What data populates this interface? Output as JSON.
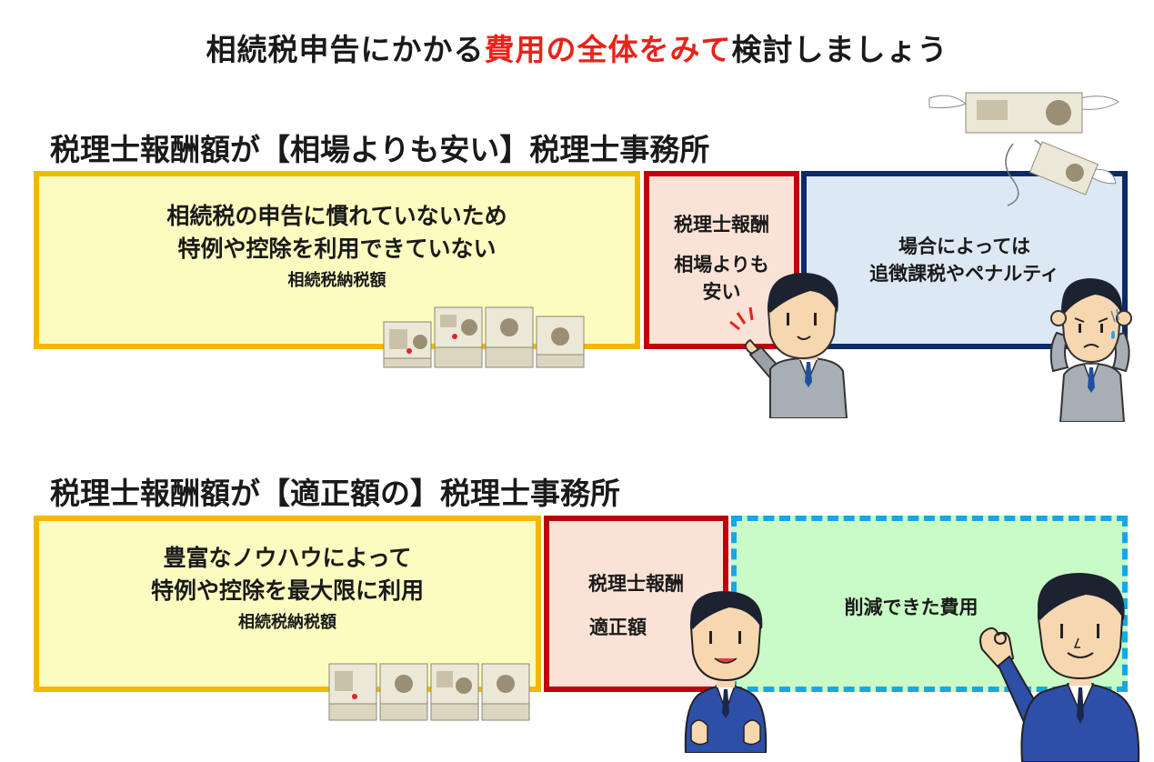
{
  "title": {
    "pre": "相続税申告にかかる",
    "highlight": "費用の全体をみて",
    "post": "検討しましょう"
  },
  "section1": {
    "heading": "税理士報酬額が【相場よりも安い】税理士事務所",
    "box_tax": {
      "line1": "相続税の申告に慣れていないため",
      "line2": "特例や控除を利用できていない",
      "sub": "相続税納税額"
    },
    "box_fee": {
      "line1": "税理士報酬",
      "line2": "相場よりも",
      "line3": "安い"
    },
    "box_risk": {
      "line1": "場合によっては",
      "line2": "追徴課税やペナルティ"
    }
  },
  "section2": {
    "heading": "税理士報酬額が【適正額の】税理士事務所",
    "box_tax": {
      "line1": "豊富なノウハウによって",
      "line2": "特例や控除を最大限に利用",
      "sub": "相続税納税額"
    },
    "box_fee": {
      "line1": "税理士報酬",
      "line2": "適正額"
    },
    "box_saved": {
      "line1": "削減できた費用"
    }
  },
  "colors": {
    "yellow_fill": "#fcfcc0",
    "yellow_border": "#f5b800",
    "red_border": "#c0000a",
    "navy_border": "#0b2a66",
    "cyan_border": "#14a8e6",
    "highlight": "#e8231a"
  },
  "icons": [
    "money-stack-icon",
    "flying-money-icon",
    "businessman-pointing-icon",
    "businessman-worried-icon",
    "businessman-smiling-icon",
    "businessman-ok-icon"
  ]
}
